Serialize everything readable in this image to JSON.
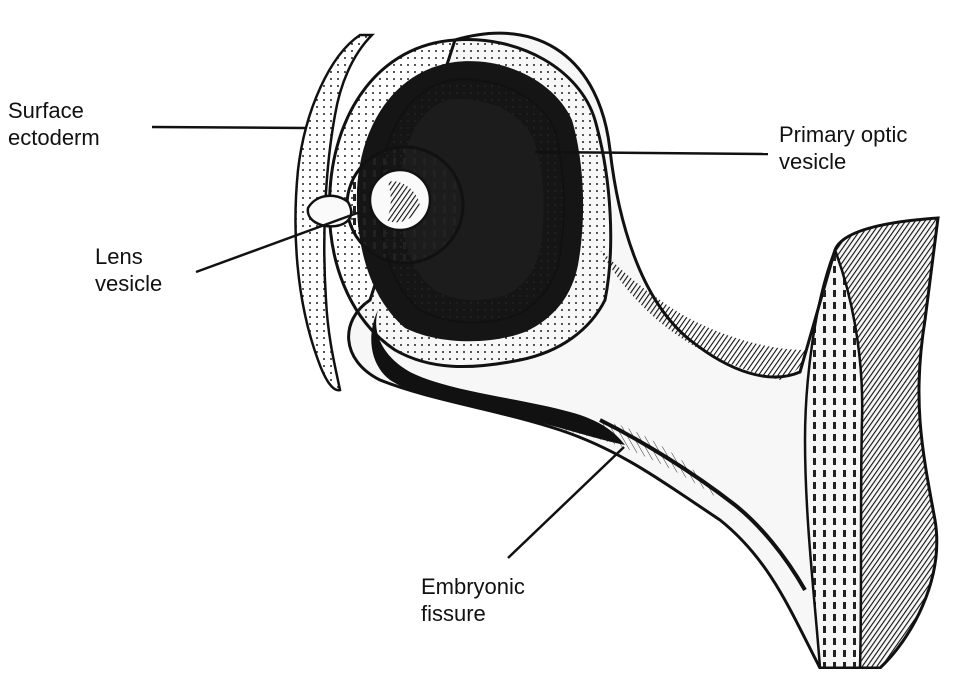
{
  "labels": {
    "surface_ectoderm": [
      "Surface",
      "ectoderm"
    ],
    "primary_optic_vesicle": [
      "Primary optic",
      "vesicle"
    ],
    "lens_vesicle": [
      "Lens",
      "vesicle"
    ],
    "embryonic_fissure": [
      "Embryonic",
      "fissure"
    ]
  },
  "colors": {
    "ink": "#111111",
    "paper": "#ffffff",
    "shade": "#1a1a1a",
    "light_fill": "#f4f4f4"
  }
}
